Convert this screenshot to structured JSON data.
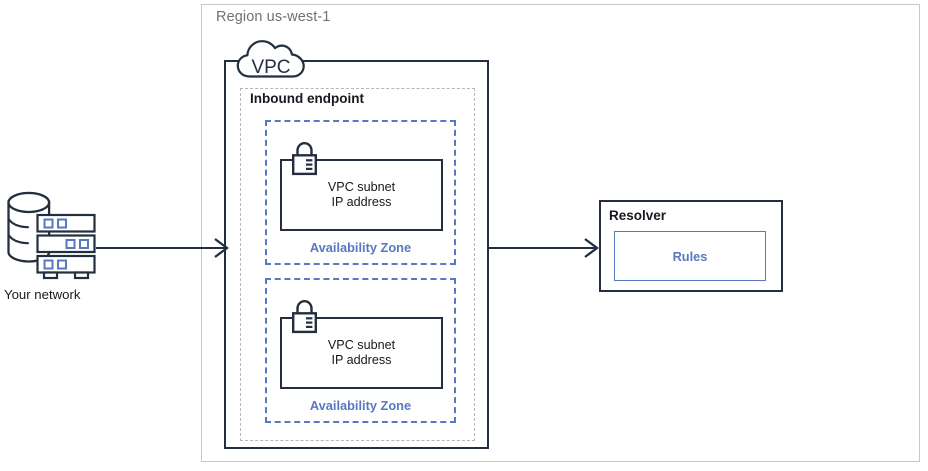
{
  "region": {
    "label": "Region us-west-1"
  },
  "vpc": {
    "cloud_label": "VPC",
    "icon": "cloud-icon"
  },
  "inbound_endpoint": {
    "label": "Inbound endpoint"
  },
  "availability_zones": [
    {
      "label": "Availability Zone",
      "subnet_line1": "VPC subnet",
      "subnet_line2": "IP address",
      "icon": "padlock-icon"
    },
    {
      "label": "Availability Zone",
      "subnet_line1": "VPC subnet",
      "subnet_line2": "IP address",
      "icon": "padlock-icon"
    }
  ],
  "resolver": {
    "label": "Resolver",
    "rules_label": "Rules"
  },
  "network": {
    "label": "Your network",
    "icon": "database-servers-icon"
  },
  "arrows": [
    {
      "name": "arrow-network-to-vpc",
      "direction": "right"
    },
    {
      "name": "arrow-vpc-to-resolver",
      "direction": "right"
    }
  ],
  "colors": {
    "ink": "#232f3e",
    "accent_blue": "#5878c0",
    "region_border": "#c6c9cc",
    "region_text": "#6c7278",
    "dotted_border": "#b4b7ba"
  }
}
